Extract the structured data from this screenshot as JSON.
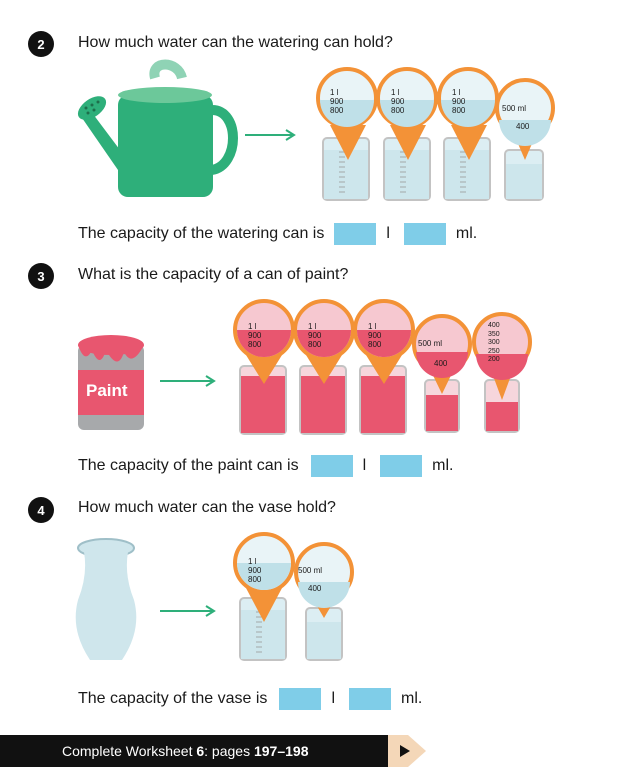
{
  "sections": [
    {
      "number": "2",
      "question": "How much water can the watering can hold?",
      "answer_pre": "The capacity of the watering can is",
      "answer_unit1": "l",
      "answer_unit2": "ml."
    },
    {
      "number": "3",
      "question": "What is the capacity of a can of paint?",
      "answer_pre": "The capacity of the paint can is",
      "answer_unit1": "l",
      "answer_unit2": "ml."
    },
    {
      "number": "4",
      "question": "How much water can the vase hold?",
      "answer_pre": "The capacity of the vase is",
      "answer_unit1": "l",
      "answer_unit2": "ml."
    }
  ],
  "labels": {
    "l1": "1 l",
    "l900": "900",
    "l800": "800",
    "ml500": "500 ml",
    "ml400": "400",
    "ml350": "350",
    "ml300": "300",
    "ml250": "250",
    "ml200": "200",
    "paint": "Paint"
  },
  "footer": {
    "prefix": "Complete Worksheet ",
    "sheet": "6",
    "middle": ": pages ",
    "pages": "197–198"
  },
  "colors": {
    "water": "#cde6ec",
    "paint": "#e8566f",
    "orange": "#f39237",
    "green": "#2eaf7a",
    "answer_box": "#7fcde8"
  }
}
